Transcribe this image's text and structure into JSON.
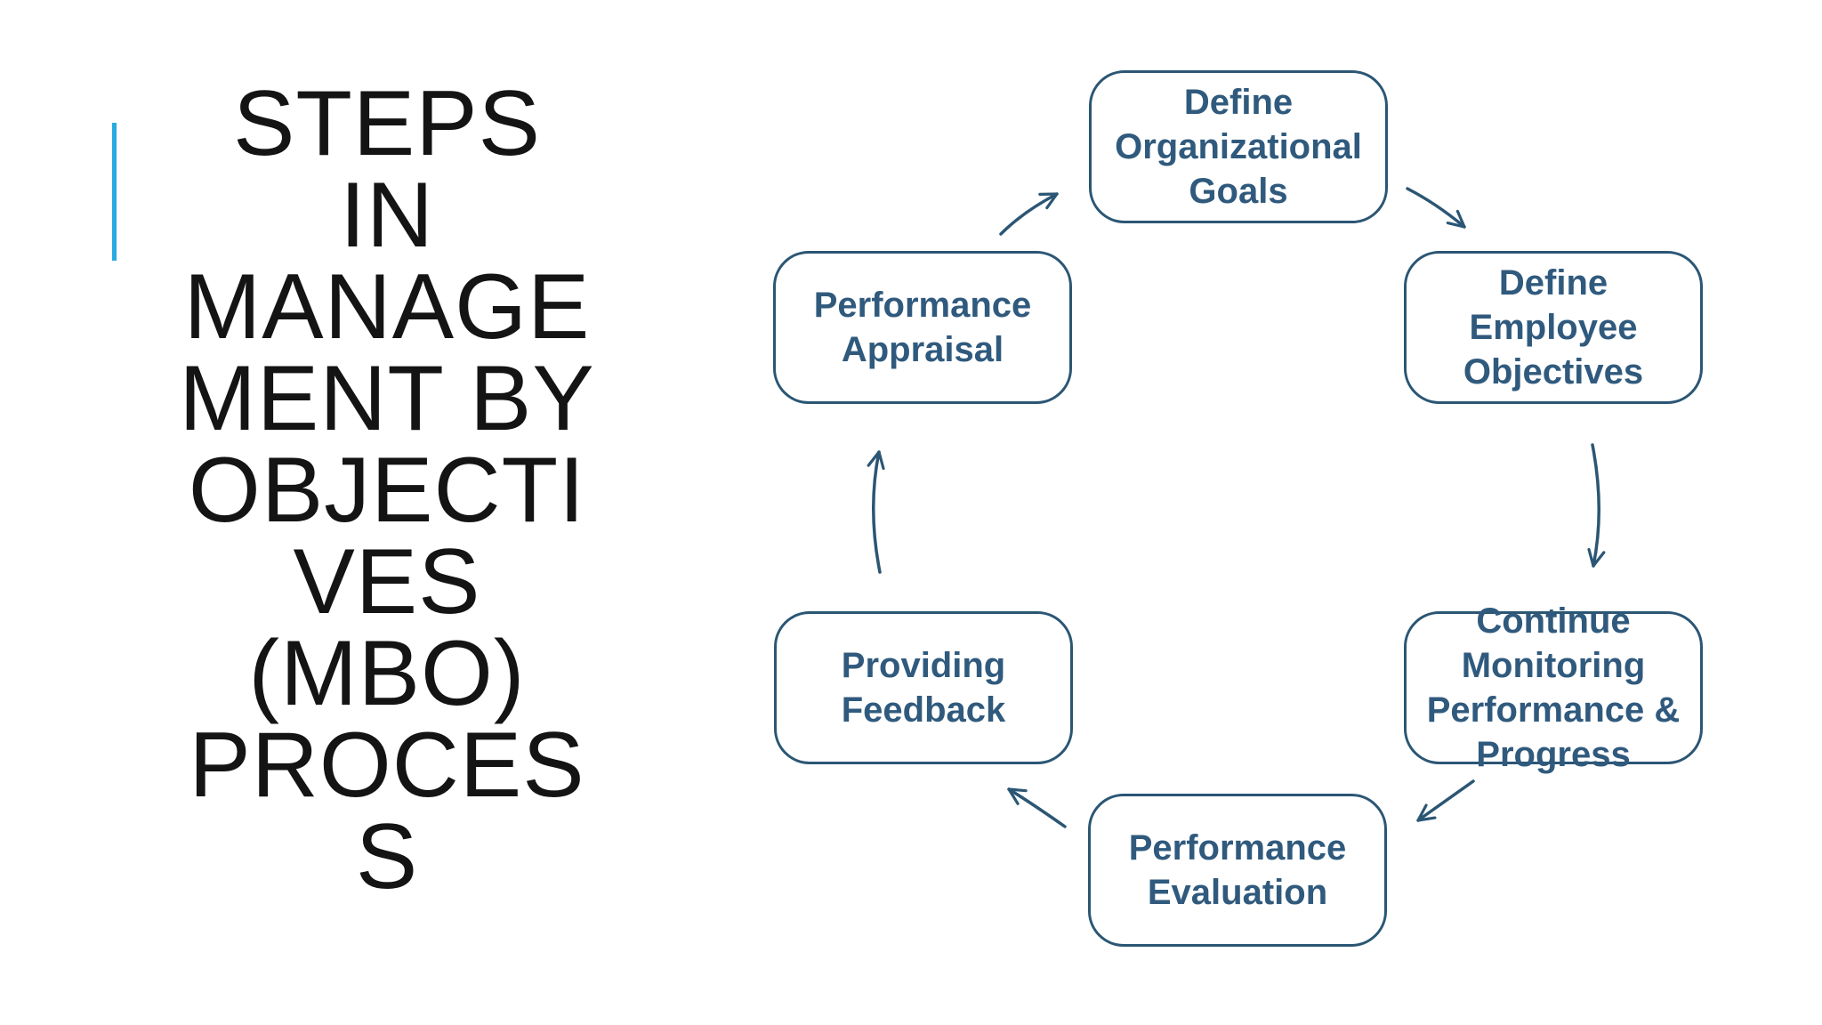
{
  "slide": {
    "title_full": "STEPS IN MANAGEMENT BY OBJECTIVES (MBO) PROCESS",
    "title_lines": [
      "STEPS",
      "IN",
      "MANAGE",
      "MENT BY",
      "OBJECTI",
      "VES",
      "(MBO)",
      "PROCES",
      "S"
    ]
  },
  "colors": {
    "accent_blue": "#29aae1",
    "node_border": "#2b5674",
    "node_text": "#305a7d",
    "arrow": "#2b5674",
    "title_text": "#141414",
    "background": "#ffffff"
  },
  "diagram": {
    "nodes": [
      {
        "label": "Define Organizational Goals"
      },
      {
        "label": "Define Employee Objectives"
      },
      {
        "label": "Continue Monitoring Performance & Progress"
      },
      {
        "label": "Performance Evaluation"
      },
      {
        "label": "Providing Feedback"
      },
      {
        "label": "Performance Appraisal"
      }
    ]
  }
}
